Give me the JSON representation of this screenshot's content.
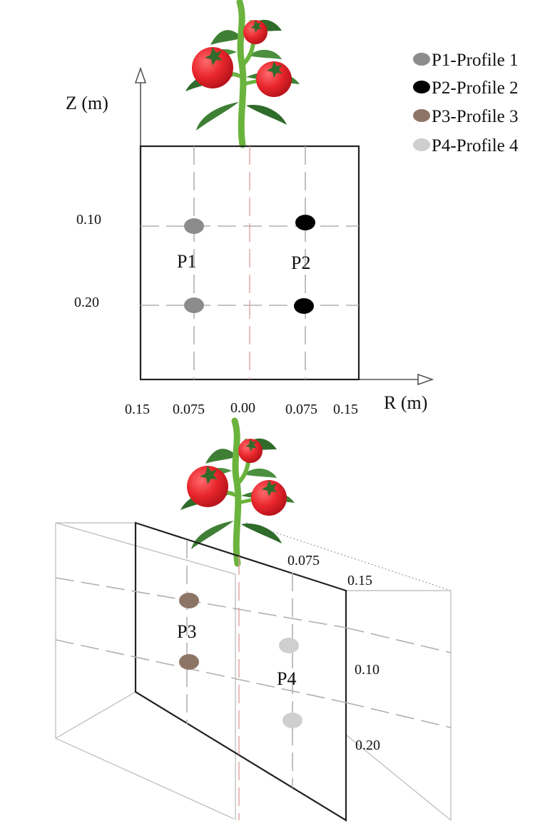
{
  "legend": {
    "items": [
      {
        "label": "P1-Profile 1",
        "color": "#8c8c8c"
      },
      {
        "label": "P2-Profile 2",
        "color": "#000000"
      },
      {
        "label": "P3-Profile 3",
        "color": "#8d7566"
      },
      {
        "label": "P4-Profile 4",
        "color": "#cfcfcf"
      }
    ]
  },
  "top_diagram": {
    "z_axis_label": "Z (m)",
    "r_axis_label": "R (m)",
    "z_ticks": [
      "0.10",
      "0.20"
    ],
    "r_ticks": [
      "0.15",
      "0.075",
      "0.00",
      "0.075",
      "0.15"
    ],
    "point_labels": [
      "P1",
      "P2"
    ]
  },
  "bottom_diagram": {
    "r_ticks": [
      "0.075",
      "0.15"
    ],
    "z_ticks": [
      "0.10",
      "0.20"
    ],
    "point_labels": [
      "P3",
      "P4"
    ]
  },
  "colors": {
    "tomato": "#e8262c",
    "stem": "#6ab33d",
    "leaf": "#2f6b2a"
  },
  "icons": [
    "tomato-plant-icon"
  ]
}
